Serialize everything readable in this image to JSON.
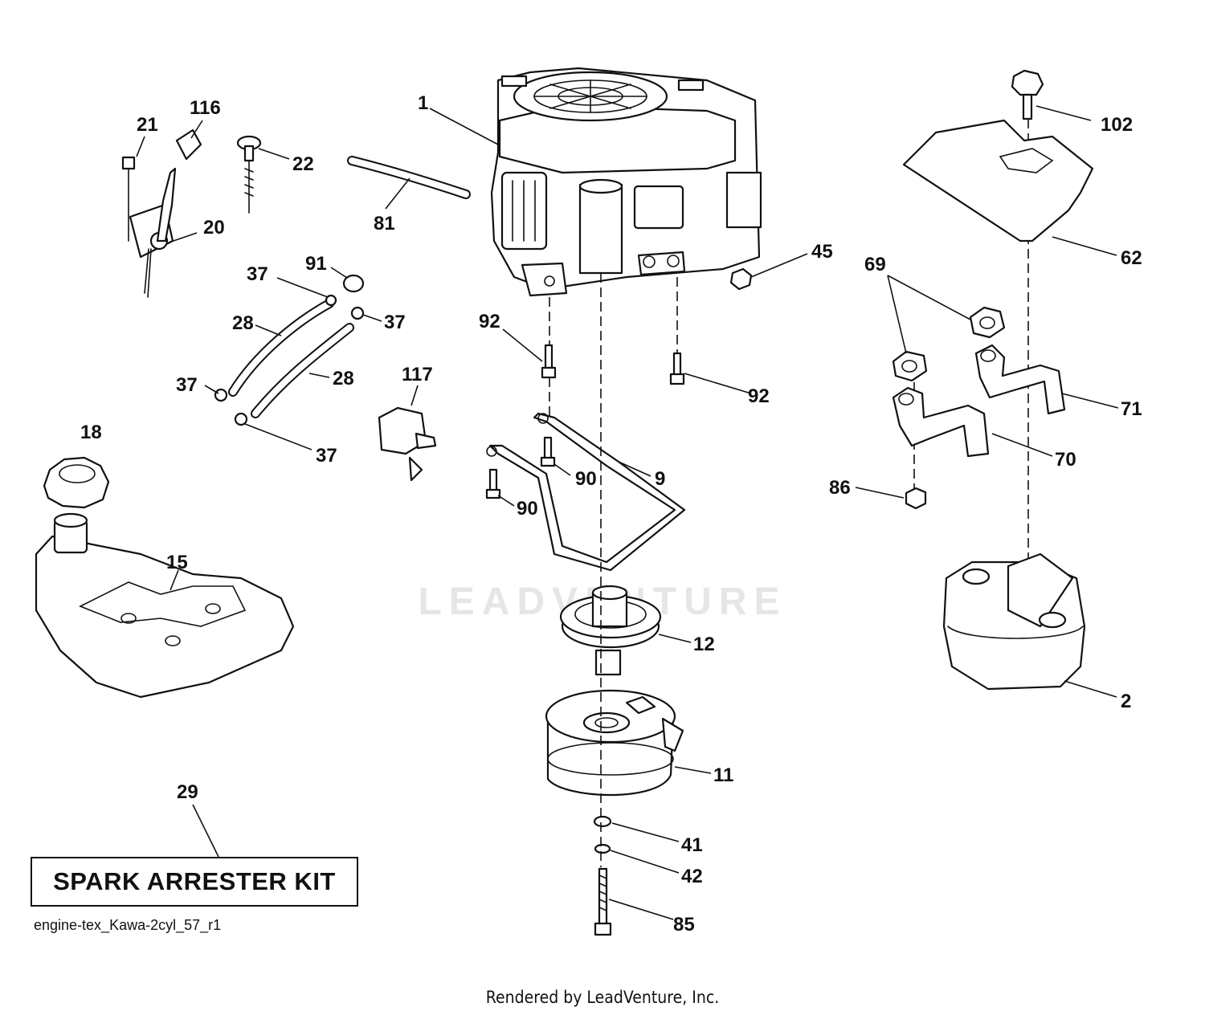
{
  "watermark": "LEADVENTURE",
  "callouts": [
    {
      "id": "1",
      "label": "1"
    },
    {
      "id": "116",
      "label": "116"
    },
    {
      "id": "21",
      "label": "21"
    },
    {
      "id": "22",
      "label": "22"
    },
    {
      "id": "20",
      "label": "20"
    },
    {
      "id": "81",
      "label": "81"
    },
    {
      "id": "37a",
      "label": "37"
    },
    {
      "id": "91",
      "label": "91"
    },
    {
      "id": "28a",
      "label": "28"
    },
    {
      "id": "37b",
      "label": "37"
    },
    {
      "id": "28b",
      "label": "28"
    },
    {
      "id": "37c",
      "label": "37"
    },
    {
      "id": "117",
      "label": "117"
    },
    {
      "id": "37d",
      "label": "37"
    },
    {
      "id": "18",
      "label": "18"
    },
    {
      "id": "15",
      "label": "15"
    },
    {
      "id": "45",
      "label": "45"
    },
    {
      "id": "92a",
      "label": "92"
    },
    {
      "id": "92b",
      "label": "92"
    },
    {
      "id": "90a",
      "label": "90"
    },
    {
      "id": "9",
      "label": "9"
    },
    {
      "id": "90b",
      "label": "90"
    },
    {
      "id": "12",
      "label": "12"
    },
    {
      "id": "11",
      "label": "11"
    },
    {
      "id": "41",
      "label": "41"
    },
    {
      "id": "42",
      "label": "42"
    },
    {
      "id": "85",
      "label": "85"
    },
    {
      "id": "102",
      "label": "102"
    },
    {
      "id": "62",
      "label": "62"
    },
    {
      "id": "69",
      "label": "69"
    },
    {
      "id": "71",
      "label": "71"
    },
    {
      "id": "70",
      "label": "70"
    },
    {
      "id": "86",
      "label": "86"
    },
    {
      "id": "2",
      "label": "2"
    },
    {
      "id": "29",
      "label": "29"
    }
  ],
  "kit": {
    "label": "SPARK ARRESTER KIT"
  },
  "drawing_code": "engine-tex_Kawa-2cyl_57_r1",
  "footer": "Rendered by LeadVenture, Inc."
}
